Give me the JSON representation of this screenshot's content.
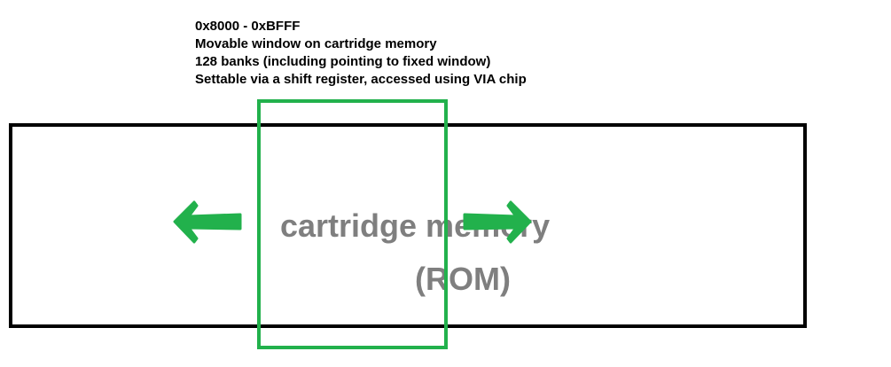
{
  "annotation": {
    "lines": [
      "0x8000 - 0xBFFF",
      "Movable window on cartridge memory",
      "128 banks (including pointing to fixed window)",
      "Settable via a shift register, accessed using VIA chip"
    ]
  },
  "memory": {
    "label_line1": "cartridge memory",
    "label_line2": "(ROM)"
  },
  "colors": {
    "window_border": "#22b14c",
    "arrow_fill": "#22b14c",
    "memory_border": "#000000",
    "label_text": "#7f7f7f"
  },
  "icons": {
    "left_arrow": "arrow-left-icon",
    "right_arrow": "arrow-right-icon"
  }
}
